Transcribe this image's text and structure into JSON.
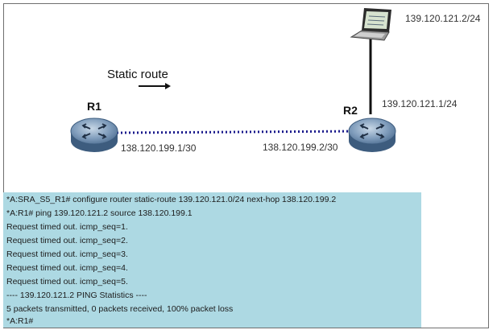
{
  "diagram": {
    "title": "Static route",
    "routers": [
      {
        "name": "R1",
        "interface_ip": "138.120.199.1/30"
      },
      {
        "name": "R2",
        "interface_ip": "138.120.199.2/30",
        "lan_ip": "139.120.121.1/24"
      }
    ],
    "host": {
      "ip": "139.120.121.2/24",
      "icon": "laptop-icon"
    },
    "link_style": "dotted",
    "colors": {
      "router_body": "#6f8fb0",
      "link": "#1a1a8c",
      "console_bg": "#add9e3"
    }
  },
  "console": {
    "lines": [
      "*A:SRA_S5_R1# configure router static-route 139.120.121.0/24 next-hop 138.120.199.2",
      "*A:R1# ping 139.120.121.2 source 138.120.199.1",
      "Request timed out. icmp_seq=1.",
      "Request timed out. icmp_seq=2.",
      "Request timed out. icmp_seq=3.",
      "Request timed out. icmp_seq=4.",
      "Request timed out. icmp_seq=5.",
      "---- 139.120.121.2 PING Statistics ----",
      "5 packets transmitted, 0 packets received, 100% packet loss",
      "*A:R1#"
    ]
  }
}
